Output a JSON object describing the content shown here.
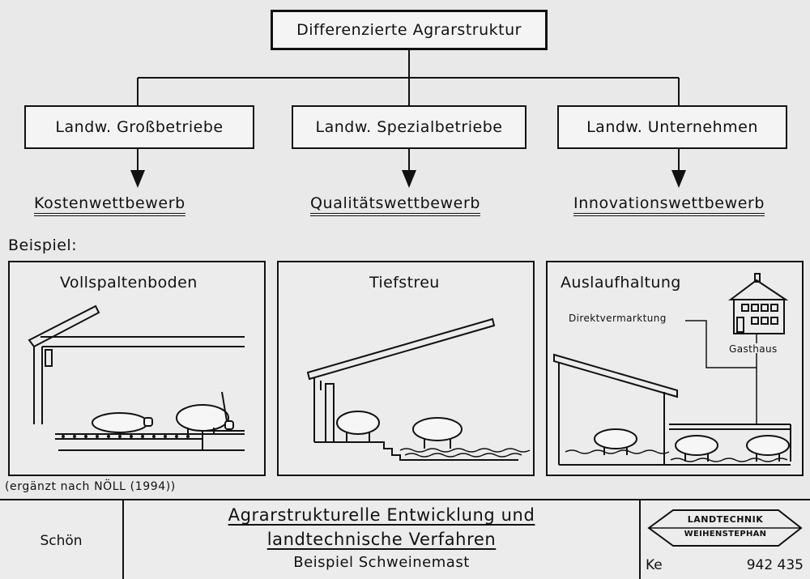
{
  "header": {
    "title": "Differenzierte Agrarstruktur"
  },
  "categories": [
    {
      "label": "Landw. Großbetriebe",
      "competition": "Kostenwettbewerb"
    },
    {
      "label": "Landw. Spezialbetriebe",
      "competition": "Qualitätswettbewerb"
    },
    {
      "label": "Landw. Unternehmen",
      "competition": "Innovationswettbewerb"
    }
  ],
  "example_label": "Beispiel:",
  "panels": [
    {
      "title": "Vollspaltenboden"
    },
    {
      "title": "Tiefstreu"
    },
    {
      "title": "Auslaufhaltung",
      "direct_marketing": "Direktvermarktung",
      "inn": "Gasthaus"
    }
  ],
  "source_note": "(ergänzt nach NÖLL (1994))",
  "footer": {
    "author": "Schön",
    "title_line1": "Agrarstrukturelle Entwicklung und",
    "title_line2": "landtechnische Verfahren",
    "subtitle": "Beispiel Schweinemast",
    "logo_line1": "LANDTECHNIK",
    "logo_line2": "WEIHENSTEPHAN",
    "code_prefix": "Ke",
    "code_number": "942 435"
  }
}
